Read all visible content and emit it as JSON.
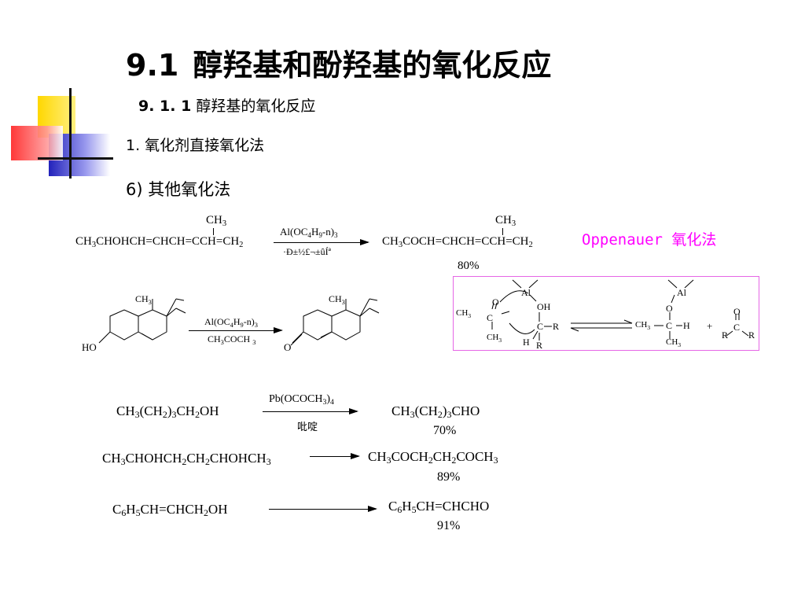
{
  "slide": {
    "title_number": "9.1",
    "title_text": "醇羟基和酚羟基的氧化反应",
    "subtitle_number": "9. 1. 1",
    "subtitle_text": "醇羟基的氧化反应",
    "item1": "1. 氧化剂直接氧化法",
    "item2": "6) 其他氧化法",
    "oppenauer_label": "Oppenauer 氧化法"
  },
  "reaction1": {
    "ch3_top_left": "CH3",
    "ch3_top_right": "CH3",
    "reagent_top": "Al(OC4H9-n)3",
    "reagent_bottom": "·Ð±½£¬±ûÍª",
    "yield": "80%"
  },
  "reaction2": {
    "ch3_left": "CH3",
    "ch3_right": "CH3",
    "reagent_top": "Al(OC4H9-n)3",
    "reagent_bottom": "CH3COCH3",
    "ho": "HO",
    "o": "O"
  },
  "mechanism": {
    "al1": "Al",
    "al2": "Al",
    "o1": "O",
    "oh": "OH",
    "ch3_a": "CH3",
    "c_a": "C",
    "ch3_b": "CH3",
    "c_b": "C",
    "r1": "R",
    "h": "H",
    "r2": "R",
    "o2": "O",
    "ch3_c": "CH3",
    "c_c": "C",
    "h2": "H",
    "ch3_d": "CH3",
    "plus": "+",
    "o3": "O",
    "c_d": "C",
    "r3": "R",
    "r4": "R"
  },
  "reaction3": {
    "reagent_top": "Pb(OCOCH3)4",
    "reagent_bottom": "吡啶",
    "yield": "70%"
  },
  "reaction4": {
    "yield": "89%"
  },
  "reaction5": {
    "yield": "91%"
  },
  "colors": {
    "accent_yellow": "#ffd700",
    "accent_blue": "#3333cc",
    "accent_red": "#ff3333",
    "oppenauer": "#ff00ff"
  }
}
